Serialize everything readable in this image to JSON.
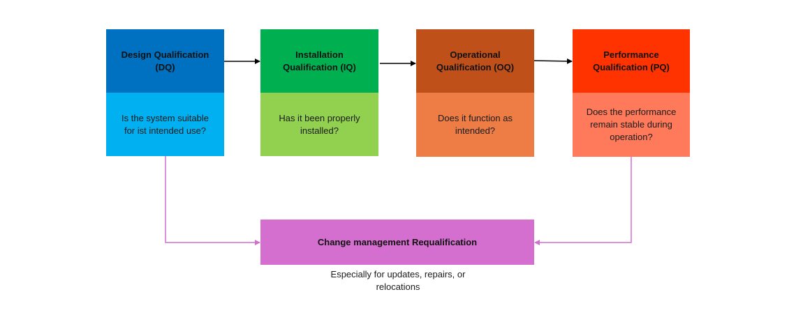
{
  "stages": {
    "dq": {
      "title": "Design Qualification\n(DQ)",
      "question": "Is the system suitable\nfor ist intended use?",
      "head_color": "#0070c0",
      "body_color": "#00b0f0"
    },
    "iq": {
      "title": "Installation\nQualification (IQ)",
      "question": "Has it been properly\ninstalled?",
      "head_color": "#00b050",
      "body_color": "#92d050"
    },
    "oq": {
      "title": "Operational\nQualification (OQ)",
      "question": "Does it function as\nintended?",
      "head_color": "#c0501a",
      "body_color": "#ed7d45"
    },
    "pq": {
      "title": "Performance\nQualification (PQ)",
      "question": "Does the performance\nremain stable during\noperation?",
      "head_color": "#ff3300",
      "body_color": "#ff7a5a"
    }
  },
  "change_management": {
    "title": "Change management Requalification",
    "note": "Especially for updates, repairs, or\nrelocations",
    "color": "#d46fcf",
    "connector_color": "#d46fcf"
  },
  "flow_arrow_color": "#000000"
}
